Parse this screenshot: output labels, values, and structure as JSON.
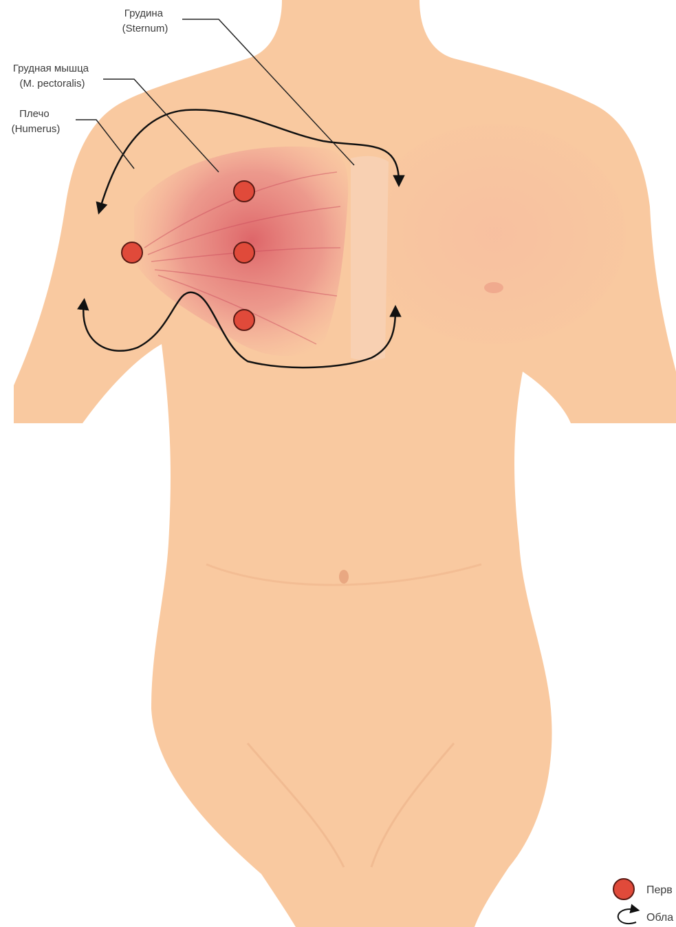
{
  "labels": {
    "sternum": {
      "line1": "Грудина",
      "line2": "(Sternum)"
    },
    "pectoralis": {
      "line1": "Грудная мышца",
      "line2": "(M. pectoralis)"
    },
    "humerus": {
      "line1": "Плечо",
      "line2": "(Humerus)"
    }
  },
  "legend": {
    "trigger_point": "Перв",
    "pain_area": "Обла"
  },
  "colors": {
    "skin": "#f9c9a0",
    "skin_shade": "#f0b48a",
    "muscle": "#e07078",
    "trigger_point_fill": "#e04a3a",
    "trigger_point_stroke": "#5a1a14",
    "arrow": "#111111",
    "leader_line": "#222222",
    "text": "#3a3a3a"
  },
  "icons": {
    "trigger_point": "red-circle-icon",
    "pain_area": "curved-arrow-icon"
  }
}
